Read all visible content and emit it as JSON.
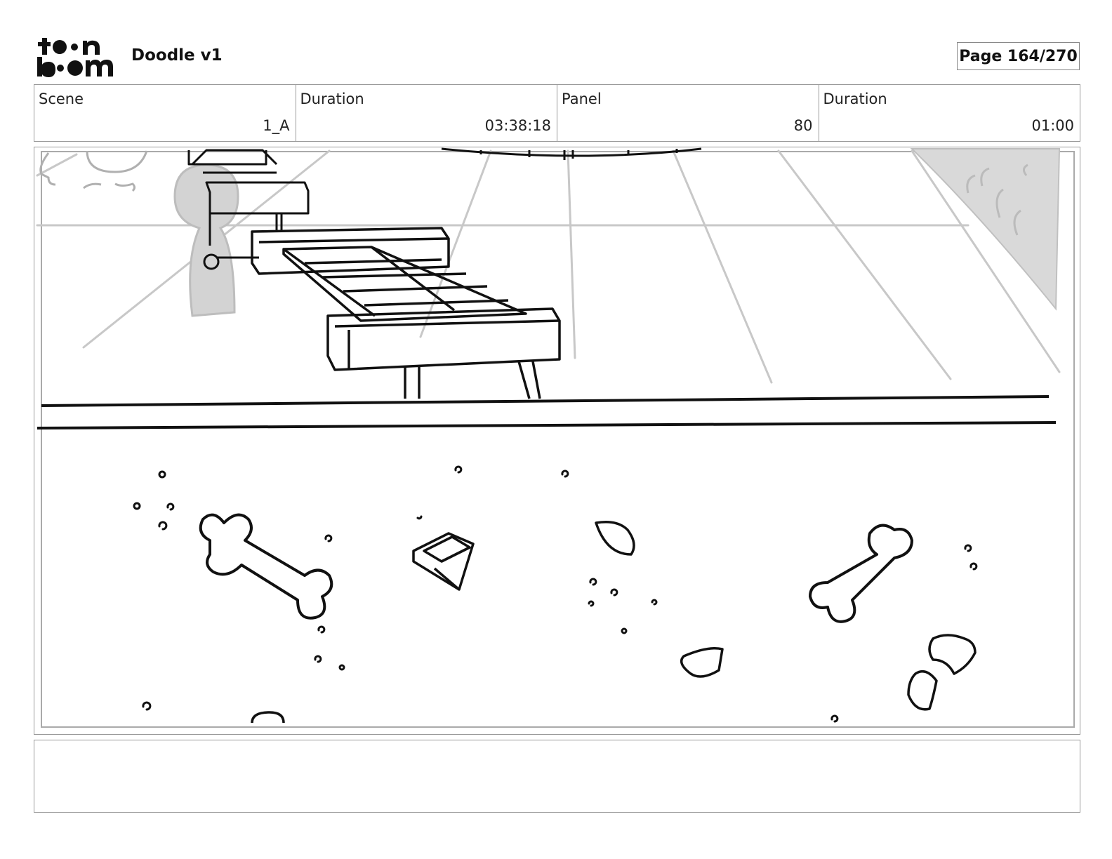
{
  "header": {
    "brand": "toon boom",
    "title": "Doodle v1",
    "page_label": "Page 164/270"
  },
  "info": [
    {
      "label": "Scene",
      "value": "1_A"
    },
    {
      "label": "Duration",
      "value": "03:38:18"
    },
    {
      "label": "Panel",
      "value": "80"
    },
    {
      "label": "Duration",
      "value": "01:00"
    }
  ],
  "caption": {
    "text": ""
  }
}
